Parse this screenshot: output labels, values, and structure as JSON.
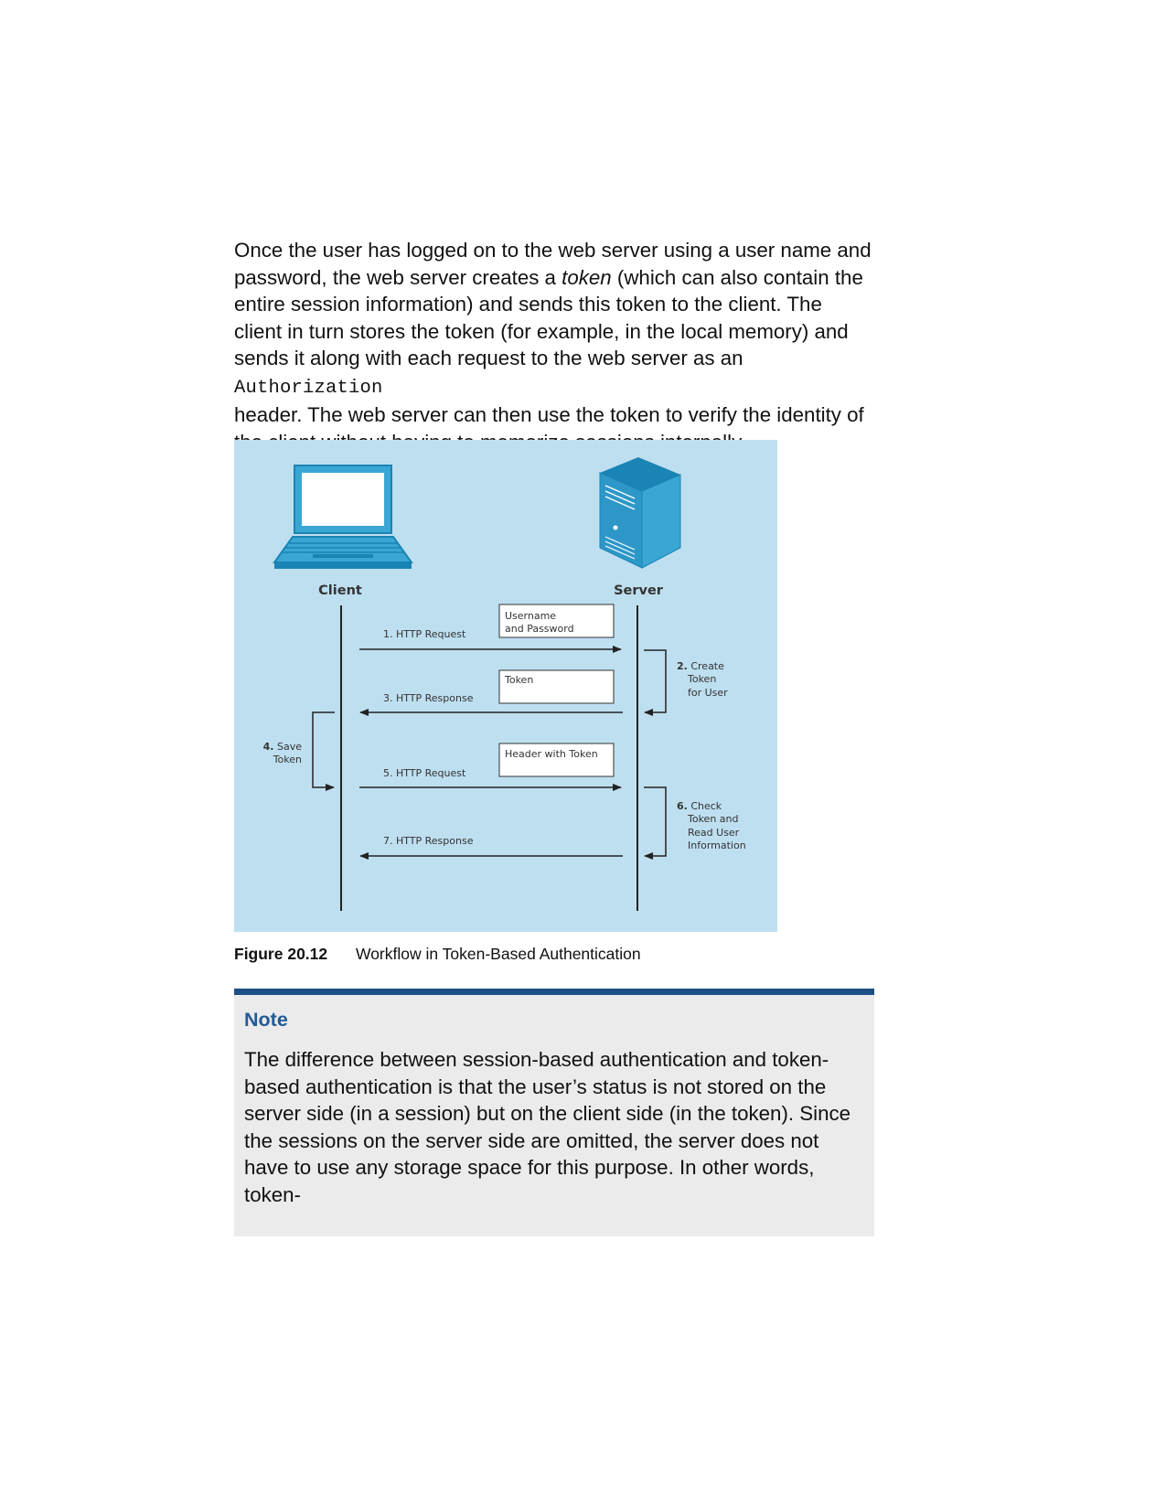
{
  "intro": {
    "text_before": "Once the user has logged on to the web server using a user name and password, the web server creates a ",
    "emphasis": "token",
    "text_middle": " (which can also contain the entire session information) and sends this token to the client. The client in turn stores the token (for example, in the local memory) and sends it along with each request to the web server as an ",
    "code": "Authorization",
    "text_after": " header. The web server can then use the token to verify the identity of the client without having to memorize sessions internally."
  },
  "diagram": {
    "client_label": "Client",
    "server_label": "Server",
    "messages": {
      "m1": "1. HTTP Request",
      "m3": "3. HTTP Response",
      "m5": "5. HTTP Request",
      "m7": "7. HTTP Response"
    },
    "payloads": {
      "p1": [
        "Username",
        "and Password"
      ],
      "p3": "Token",
      "p5": "Header with Token"
    },
    "steps": {
      "s2": [
        "2. Create",
        "Token",
        "for User"
      ],
      "s4": [
        "4. Save",
        "Token"
      ],
      "s6": [
        "6. Check",
        "Token and",
        "Read User",
        "Information"
      ]
    },
    "icons": {
      "client": "laptop-icon",
      "server": "server-tower-icon"
    },
    "colors": {
      "background": "#bedff0",
      "icon_blue": "#3aa6d4",
      "icon_dark": "#1a84b5",
      "line": "#222222"
    }
  },
  "caption": {
    "number": "Figure 20.12",
    "text": "Workflow in Token-Based Authentication"
  },
  "note": {
    "title": "Note",
    "body": "The difference between session-based authentication and token-based authentication is that the user’s status is not stored on the server side (in a session) but on the client side (in the token). Since the sessions on the server side are omitted, the server does not have to use any storage space for this purpose. In other words, token-",
    "accent_color": "#1d4f86"
  }
}
